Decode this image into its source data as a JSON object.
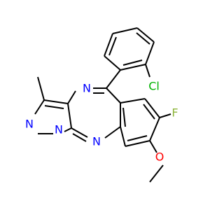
{
  "molecule": {
    "atoms": {
      "n4": {
        "symbol": "N",
        "color": "#0000ff"
      },
      "n1": {
        "symbol": "N",
        "color": "#0000ff"
      },
      "n2": {
        "symbol": "N",
        "color": "#0000ff"
      },
      "n10": {
        "symbol": "N",
        "color": "#0000ff"
      },
      "cl": {
        "symbol": "Cl",
        "color": "#00b200"
      },
      "f": {
        "symbol": "F",
        "color": "#8db53b"
      },
      "o": {
        "symbol": "O",
        "color": "#ff0000"
      }
    }
  }
}
